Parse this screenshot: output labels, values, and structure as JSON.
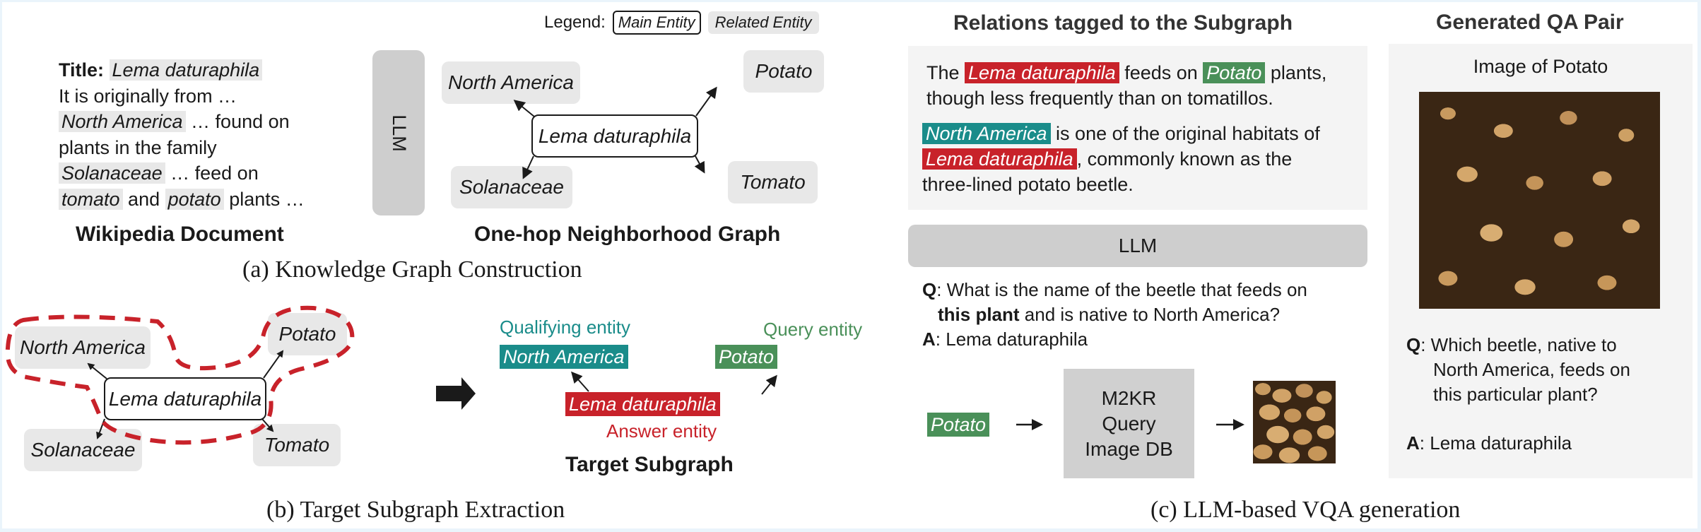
{
  "panel_a": {
    "caption": "(a) Knowledge Graph Construction",
    "document": {
      "title_label": "Title:",
      "title_entity": "Lema daturaphila",
      "line1": "It is originally from …",
      "entity_north_america": "North America",
      "line2_rest": " … found on",
      "line3": "plants in the family",
      "entity_solanaceae": "Solanaceae",
      "line4_rest": " … feed on",
      "entity_tomato": "tomato",
      "and": " and ",
      "entity_potato": "potato",
      "line5_rest": " plants …",
      "label": "Wikipedia Document"
    },
    "llm_label": "LLM",
    "legend": {
      "label": "Legend:",
      "main": "Main Entity",
      "related": "Related Entity"
    },
    "graph": {
      "center": "Lema daturaphila",
      "nodes": [
        "North America",
        "Potato",
        "Solanaceae",
        "Tomato"
      ],
      "label": "One-hop Neighborhood Graph"
    }
  },
  "panel_b": {
    "caption": "(b) Target Subgraph Extraction",
    "graph": {
      "center": "Lema daturaphila",
      "nodes": [
        "North America",
        "Potato",
        "Solanaceae",
        "Tomato"
      ]
    },
    "subgraph": {
      "qualifying_label": "Qualifying entity",
      "qualifying_entity": "North America",
      "query_label": "Query entity",
      "query_entity": "Potato",
      "answer_entity": "Lema daturaphila",
      "answer_label": "Answer entity",
      "label": "Target Subgraph"
    }
  },
  "panel_c": {
    "caption": "(c) LLM-based VQA generation",
    "relations_title": "Relations tagged to the Subgraph",
    "relation1": {
      "pre": "The ",
      "entity1": "Lema daturaphila",
      "mid": " feeds on ",
      "entity2": "Potato",
      "post": " plants,",
      "line2": "though less frequently than on tomatillos."
    },
    "relation2": {
      "entity1": "North America",
      "mid": " is one of the original habitats of",
      "entity2": "Lema daturaphila",
      "post": ", commonly known as the",
      "line3": "three-lined potato beetle."
    },
    "llm_label": "LLM",
    "qa": {
      "q_label": "Q",
      "q_line1": ": What is the name of the beetle that feeds on",
      "q_bold": "this plant",
      "q_line2": " and is native to North America?",
      "a_label": "A",
      "a_text": ": Lema daturaphila"
    },
    "retrieval": {
      "query": "Potato",
      "db_line1": "M2KR",
      "db_line2": "Query",
      "db_line3": "Image DB"
    }
  },
  "generated": {
    "title": "Generated QA Pair",
    "image_label": "Image of Potato",
    "q_label": "Q",
    "q_line1": ": Which beetle, native to",
    "q_line2": "North America, feeds on",
    "q_line3": "this particular plant?",
    "a_label": "A",
    "a_text": ": Lema daturaphila"
  },
  "colors": {
    "answer_red": "#c8222a",
    "qualifying_teal": "#1a8c8a",
    "query_green": "#4a9059",
    "dash_red": "#c8222a",
    "related_gray": "#e8e8e8"
  }
}
